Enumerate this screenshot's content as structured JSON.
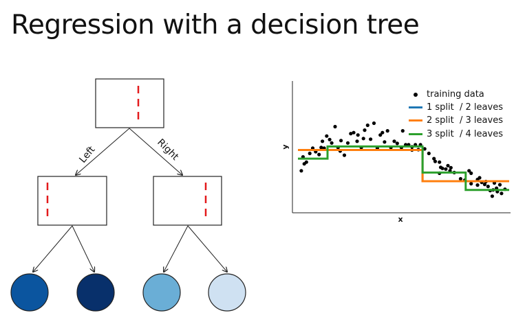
{
  "slide": {
    "title": "Regression with a decision tree"
  },
  "tree": {
    "left_edge_label": "Left",
    "right_edge_label": "Right",
    "leaf_colors": [
      "#0b559f",
      "#08306b",
      "#6aaed6",
      "#cfe1f2"
    ],
    "split_marker_color": "#e31a1c",
    "stroke_color": "#222222"
  },
  "chart_data": {
    "type": "line",
    "title": "",
    "xlabel": "x",
    "ylabel": "y",
    "xlim": [
      0,
      5
    ],
    "ylim": [
      -1.6,
      1.6
    ],
    "grid": false,
    "legend_position": "top-right",
    "scatter": {
      "name": "training data",
      "color": "#000000",
      "x": [
        0.08,
        0.12,
        0.15,
        0.2,
        0.28,
        0.35,
        0.42,
        0.5,
        0.58,
        0.62,
        0.68,
        0.75,
        0.8,
        0.88,
        0.95,
        1.02,
        1.1,
        1.18,
        1.25,
        1.32,
        1.4,
        1.5,
        1.58,
        1.65,
        1.72,
        1.8,
        1.88,
        1.95,
        2.05,
        2.12,
        2.2,
        2.28,
        2.35,
        2.45,
        2.55,
        2.62,
        2.7,
        2.78,
        2.85,
        2.9,
        3.0,
        3.1,
        3.25,
        3.35,
        3.42,
        3.5,
        3.55,
        3.62,
        3.7,
        3.85,
        3.95,
        4.05,
        4.1,
        4.25,
        4.35,
        4.42,
        4.5,
        4.62,
        4.72,
        4.82,
        4.9
      ],
      "y": [
        -0.55,
        -0.15,
        -0.35,
        -0.3,
        -0.05,
        0.1,
        0.0,
        -0.08,
        0.3,
        0.1,
        0.45,
        0.35,
        0.25,
        0.72,
        0.12,
        0.32,
        -0.1,
        0.25,
        0.52,
        0.55,
        0.3,
        0.12,
        0.62,
        0.76,
        0.36,
        0.82,
        0.1,
        0.48,
        0.28,
        0.6,
        0.12,
        0.3,
        0.24,
        0.12,
        0.2,
        0.2,
        0.14,
        0.2,
        0.06,
        0.2,
        0.08,
        -0.05,
        -0.28,
        -0.62,
        -0.48,
        -0.5,
        -0.4,
        -0.46,
        -0.6,
        -0.78,
        -0.82,
        -0.55,
        -0.62,
        -0.8,
        -0.88,
        -0.94,
        -1.0,
        -1.1,
        -1.15,
        -1.2,
        -1.08
      ],
      "extra_x": [
        3.35,
        3.6,
        4.1,
        4.3,
        4.45,
        4.55,
        4.6,
        4.7,
        4.78,
        2.7,
        2.48,
        2.0,
        1.55,
        1.42,
        0.55,
        1.0,
        3.38,
        3.22,
        4.25,
        4.65
      ],
      "extra_y": [
        -0.3,
        -0.55,
        -0.92,
        -0.75,
        -0.86,
        -1.12,
        -1.28,
        -1.05,
        -0.95,
        0.05,
        0.6,
        0.55,
        0.38,
        0.48,
        0.12,
        0.02,
        -0.45,
        -0.2,
        -0.96,
        -0.9
      ]
    },
    "series": [
      {
        "name": "1 split  / 2 leaves",
        "color": "#1f77b4",
        "x": [
          0.0,
          2.95,
          2.95,
          5.0
        ],
        "y": [
          0.05,
          0.05,
          -0.85,
          -0.85
        ]
      },
      {
        "name": "2 split  / 3 leaves",
        "color": "#ff7f0e",
        "x": [
          0.0,
          2.95,
          2.95,
          5.0
        ],
        "y": [
          0.05,
          0.05,
          -0.85,
          -0.85
        ]
      },
      {
        "name": "3 split  / 4 leaves",
        "color": "#2ca02c",
        "x": [
          0.0,
          0.7,
          0.7,
          2.95,
          2.95,
          3.97,
          3.97,
          5.0
        ],
        "y": [
          -0.2,
          -0.2,
          0.15,
          0.15,
          -0.6,
          -0.6,
          -1.1,
          -1.1
        ]
      }
    ]
  }
}
